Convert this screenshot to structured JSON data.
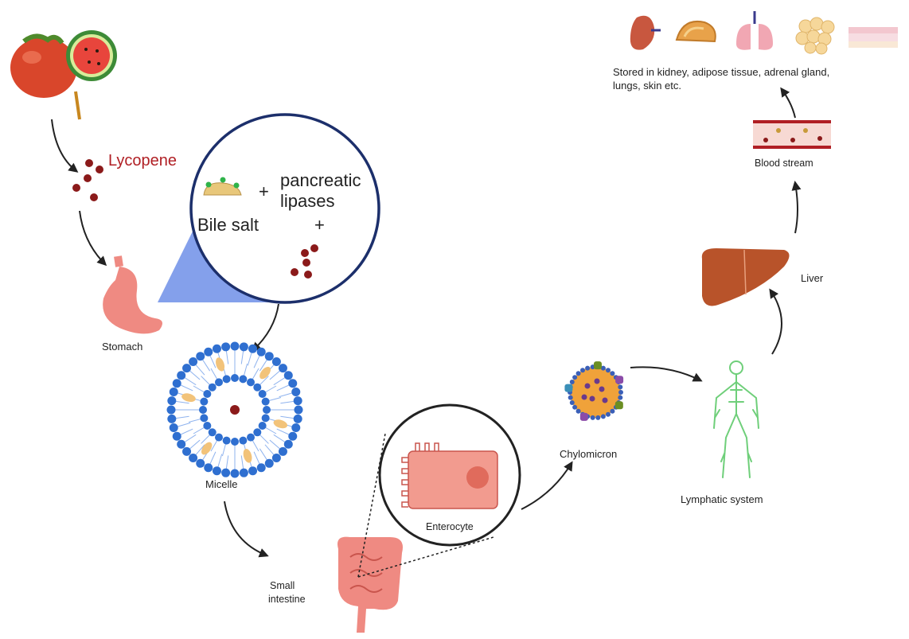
{
  "labels": {
    "lycopene": "Lycopene",
    "bile_salt": "Bile salt",
    "plus": "+",
    "pancreatic_line1": "pancreatic",
    "pancreatic_line2": "lipases",
    "stomach": "Stomach",
    "micelle": "Micelle",
    "small_intestine_line1": "Small",
    "small_intestine_line2": "intestine",
    "enterocyte": "Enterocyte",
    "chylomicron": "Chylomicron",
    "lymphatic_system": "Lymphatic system",
    "liver": "Liver",
    "blood_stream": "Blood stream",
    "stored_line1": "Stored in kidney, adipose tissue, adrenal gland,",
    "stored_line2": "lungs, skin etc."
  },
  "icons": [
    "tomato-icon",
    "watermelon-icon",
    "lycopene-dots-icon",
    "stomach-icon",
    "bile-salt-icon",
    "micelle-icon",
    "small-intestine-icon",
    "enterocyte-icon",
    "chylomicron-icon",
    "lymphatic-system-icon",
    "liver-icon",
    "blood-vessel-icon",
    "kidney-icon",
    "adrenal-gland-icon",
    "lungs-icon",
    "adipose-tissue-icon",
    "skin-icon"
  ],
  "colors": {
    "lycopene_red": "#b01f24",
    "dot": "#8b1a1a",
    "magnifier_blue": "#6f8fe8",
    "micelle_blue": "#2f6fd0",
    "organ_pink": "#ef8a82",
    "liver_brown": "#b8532a",
    "lymph_green": "#6fcf7a"
  }
}
